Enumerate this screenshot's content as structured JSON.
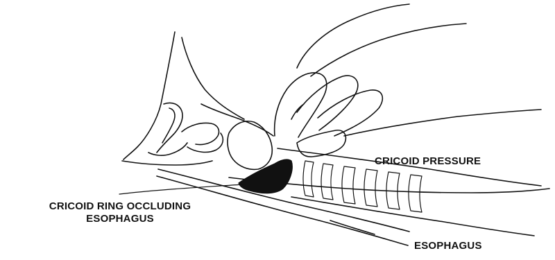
{
  "labels": {
    "cricoid_pressure": "CRICOID PRESSURE",
    "cricoid_ring_line1": "CRICOID RING OCCLUDING",
    "cricoid_ring_line2": "ESOPHAGUS",
    "esophagus": "ESOPHAGUS"
  },
  "colors": {
    "ink": "#111111",
    "background": "#ffffff"
  }
}
